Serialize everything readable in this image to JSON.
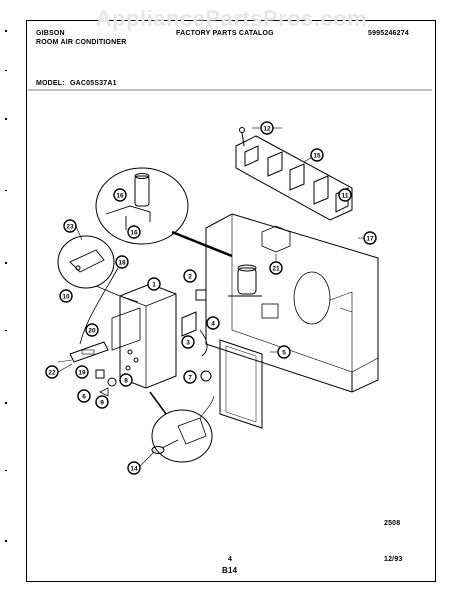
{
  "watermark": "AppliancePartsPros.com",
  "header": {
    "brand": "GIBSON",
    "product": "ROOM AIR CONDITIONER",
    "catalog": "FACTORY PARTS CATALOG",
    "part_number": "5995246274",
    "model_label": "MODEL:",
    "model": "GAC05S37A1"
  },
  "footer": {
    "drawing_code": "2508",
    "page": "4",
    "section": "B14",
    "date": "12/93"
  },
  "callouts": [
    "1",
    "2",
    "3",
    "4",
    "5",
    "6",
    "7",
    "8",
    "9",
    "10",
    "11",
    "12",
    "14",
    "15",
    "16",
    "16",
    "17",
    "18",
    "19",
    "20",
    "21",
    "22",
    "23"
  ]
}
